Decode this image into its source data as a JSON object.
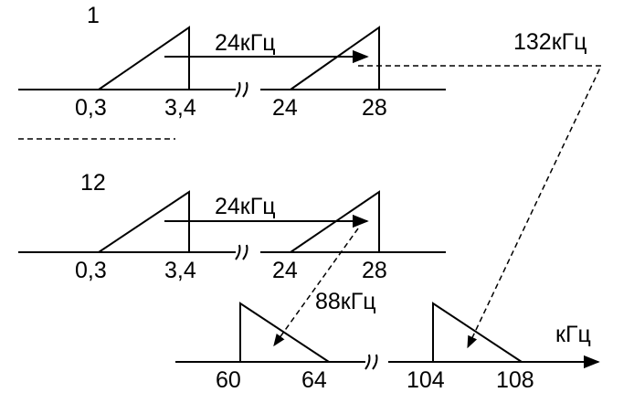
{
  "channel_top": "1",
  "channel_bottom": "12",
  "shift_top": "24кГц",
  "shift_bottom": "24кГц",
  "carrier_top": "132кГц",
  "carrier_bottom": "88кГц",
  "axis_unit": "кГц",
  "ticks_top": [
    "0,3",
    "3,4",
    "24",
    "28"
  ],
  "ticks_mid": [
    "0,3",
    "3,4",
    "24",
    "28"
  ],
  "ticks_bottom": [
    "60",
    "64",
    "104",
    "108"
  ]
}
